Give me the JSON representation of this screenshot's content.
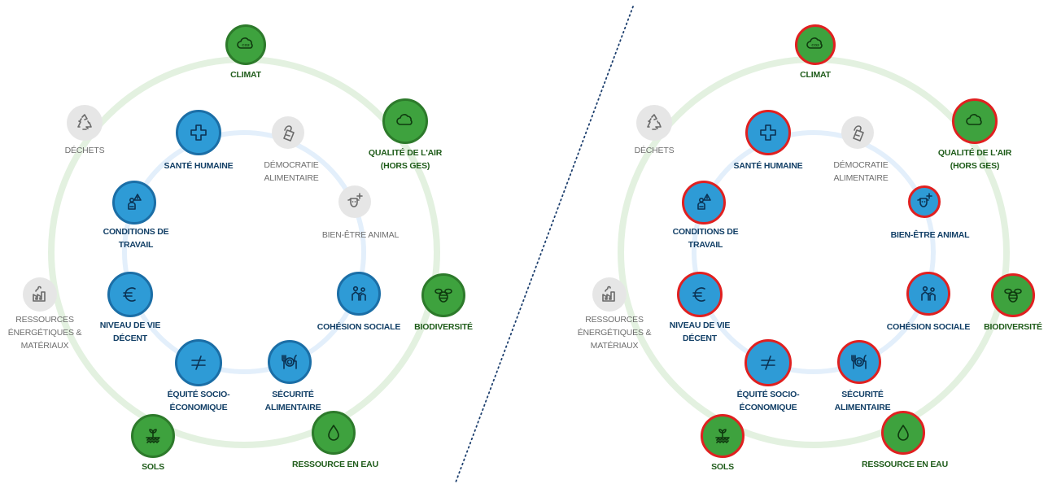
{
  "colors": {
    "env_fill": "#3ea23e",
    "env_border": "#2d7a2b",
    "social_fill": "#2e9bd6",
    "social_border": "#1b6ea6",
    "neutral_fill": "#e6e6e6",
    "highlight_border": "#e02020",
    "outer_ring": "#e3f1e0",
    "inner_ring": "#e3effb",
    "divider": "#1d3f6e"
  },
  "nodes": [
    {
      "id": "climat",
      "lines": [
        "CLIMAT"
      ],
      "icon": "cloud-co2-icon",
      "kind": "env"
    },
    {
      "id": "qualite-air",
      "lines": [
        "QUALITÉ DE L'AIR",
        "(HORS GES)"
      ],
      "icon": "cloud-icon",
      "kind": "env"
    },
    {
      "id": "biodiversite",
      "lines": [
        "BIODIVERSITÉ"
      ],
      "icon": "bee-icon",
      "kind": "env"
    },
    {
      "id": "ressource-eau",
      "lines": [
        "RESSOURCE EN EAU"
      ],
      "icon": "water-drop-icon",
      "kind": "env"
    },
    {
      "id": "sols",
      "lines": [
        "SOLS"
      ],
      "icon": "soil-sprout-icon",
      "kind": "env"
    },
    {
      "id": "ressources-energetiques",
      "lines": [
        "RESSOURCES",
        "ÉNERGÉTIQUES &",
        "MATÉRIAUX"
      ],
      "icon": "factory-icon",
      "kind": "neutral"
    },
    {
      "id": "dechets",
      "lines": [
        "DÉCHETS"
      ],
      "icon": "recycle-icon",
      "kind": "neutral"
    },
    {
      "id": "sante-humaine",
      "lines": [
        "SANTÉ HUMAINE"
      ],
      "icon": "medical-cross-icon",
      "kind": "social"
    },
    {
      "id": "democratie-alimentaire",
      "lines": [
        "DÉMOCRATIE",
        "ALIMENTAIRE"
      ],
      "icon": "ballot-hand-icon",
      "kind": "neutral"
    },
    {
      "id": "bien-etre-animal",
      "lines": [
        "BIEN-ÊTRE ANIMAL"
      ],
      "icon": "cow-plus-icon",
      "kind": "variable"
    },
    {
      "id": "cohesion-sociale",
      "lines": [
        "COHÉSION SOCIALE"
      ],
      "icon": "people-icon",
      "kind": "social"
    },
    {
      "id": "securite-alimentaire",
      "lines": [
        "SÉCURITÉ",
        "ALIMENTAIRE"
      ],
      "icon": "plate-cutlery-icon",
      "kind": "social"
    },
    {
      "id": "equite",
      "lines": [
        "ÉQUITÉ SOCIO-",
        "ÉCONOMIQUE"
      ],
      "icon": "not-equal-icon",
      "kind": "social"
    },
    {
      "id": "niveau-vie",
      "lines": [
        "NIVEAU DE VIE",
        "DÉCENT"
      ],
      "icon": "euro-icon",
      "kind": "social"
    },
    {
      "id": "conditions-travail",
      "lines": [
        "CONDITIONS DE",
        "TRAVAIL"
      ],
      "icon": "worker-warning-icon",
      "kind": "social"
    }
  ]
}
